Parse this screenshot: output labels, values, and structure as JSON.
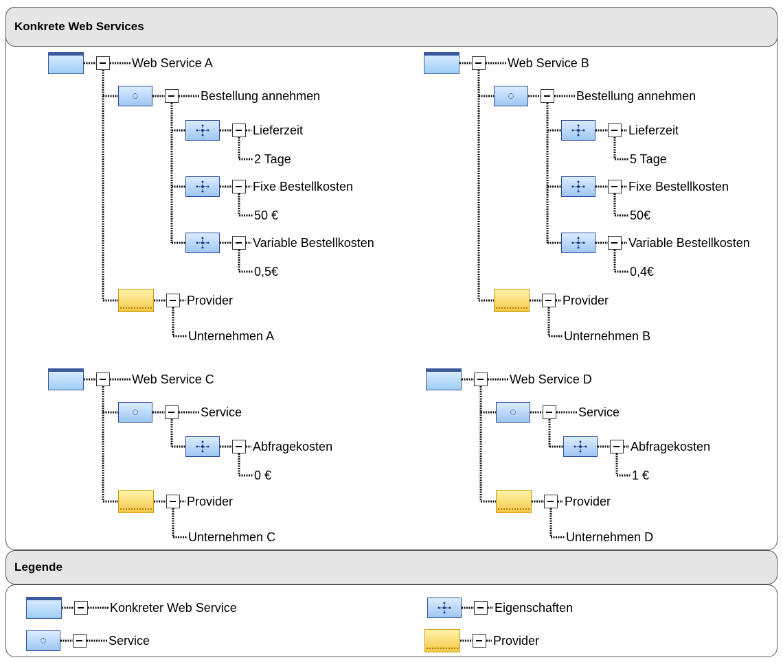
{
  "sections": {
    "main_title": "Konkrete Web Services",
    "legend_title": "Legende"
  },
  "services": [
    {
      "title": "Web Service A",
      "service": "Bestellung annehmen",
      "properties": [
        {
          "name": "Lieferzeit",
          "value": "2 Tage"
        },
        {
          "name": "Fixe Bestellkosten",
          "value": "50 €"
        },
        {
          "name": "Variable Bestellkosten",
          "value": "0,5€"
        }
      ],
      "provider_label": "Provider",
      "provider_value": "Unternehmen A"
    },
    {
      "title": "Web Service B",
      "service": "Bestellung annehmen",
      "properties": [
        {
          "name": "Lieferzeit",
          "value": "5 Tage"
        },
        {
          "name": "Fixe Bestellkosten",
          "value": "50€"
        },
        {
          "name": "Variable Bestellkosten",
          "value": "0,4€"
        }
      ],
      "provider_label": "Provider",
      "provider_value": "Unternehmen B"
    },
    {
      "title": "Web Service C",
      "service": "Service",
      "properties": [
        {
          "name": "Abfragekosten",
          "value": "0 €"
        }
      ],
      "provider_label": "Provider",
      "provider_value": "Unternehmen C"
    },
    {
      "title": "Web Service D",
      "service": "Service",
      "properties": [
        {
          "name": "Abfragekosten",
          "value": "1 €"
        }
      ],
      "provider_label": "Provider",
      "provider_value": "Unternehmen D"
    }
  ],
  "legend": [
    {
      "icon": "web-service-icon",
      "label": "Konkreter Web Service"
    },
    {
      "icon": "service-icon",
      "label": "Service"
    },
    {
      "icon": "property-icon",
      "label": "Eigenschaften"
    },
    {
      "icon": "provider-icon",
      "label": "Provider"
    }
  ],
  "colors": {
    "web_service_fill": "#9fcdf5",
    "provider_fill": "#f4c84a",
    "header_fill": "#e6e6e6"
  }
}
